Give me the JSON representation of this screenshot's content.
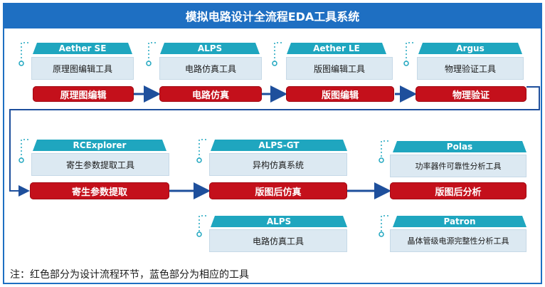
{
  "title": "模拟电路设计全流程EDA工具系统",
  "row1": [
    {
      "tool": "Aether SE",
      "desc": "原理图编辑工具",
      "step": "原理图编辑"
    },
    {
      "tool": "ALPS",
      "desc": "电路仿真工具",
      "step": "电路仿真"
    },
    {
      "tool": "Aether LE",
      "desc": "版图编辑工具",
      "step": "版图编辑"
    },
    {
      "tool": "Argus",
      "desc": "物理验证工具",
      "step": "物理验证"
    }
  ],
  "row2": [
    {
      "tool": "RCExplorer",
      "desc": "寄生参数提取工具",
      "step": "寄生参数提取"
    },
    {
      "tool": "ALPS-GT",
      "desc": "异构仿真系统",
      "step": "版图后仿真"
    },
    {
      "tool": "Polas",
      "desc": "功率器件可靠性分析工具",
      "step": "版图后分析"
    }
  ],
  "row3": [
    {
      "tool": "ALPS",
      "desc": "电路仿真工具"
    },
    {
      "tool": "Patron",
      "desc": "晶体管级电源完整性分析工具"
    }
  ],
  "note": "注：红色部分为设计流程环节，蓝色部分为相应的工具",
  "colors": {
    "accent": "#1e6fc2",
    "tool": "#1fa6bf",
    "step": "#c4101b",
    "tool_bg": "#dce9f2"
  }
}
